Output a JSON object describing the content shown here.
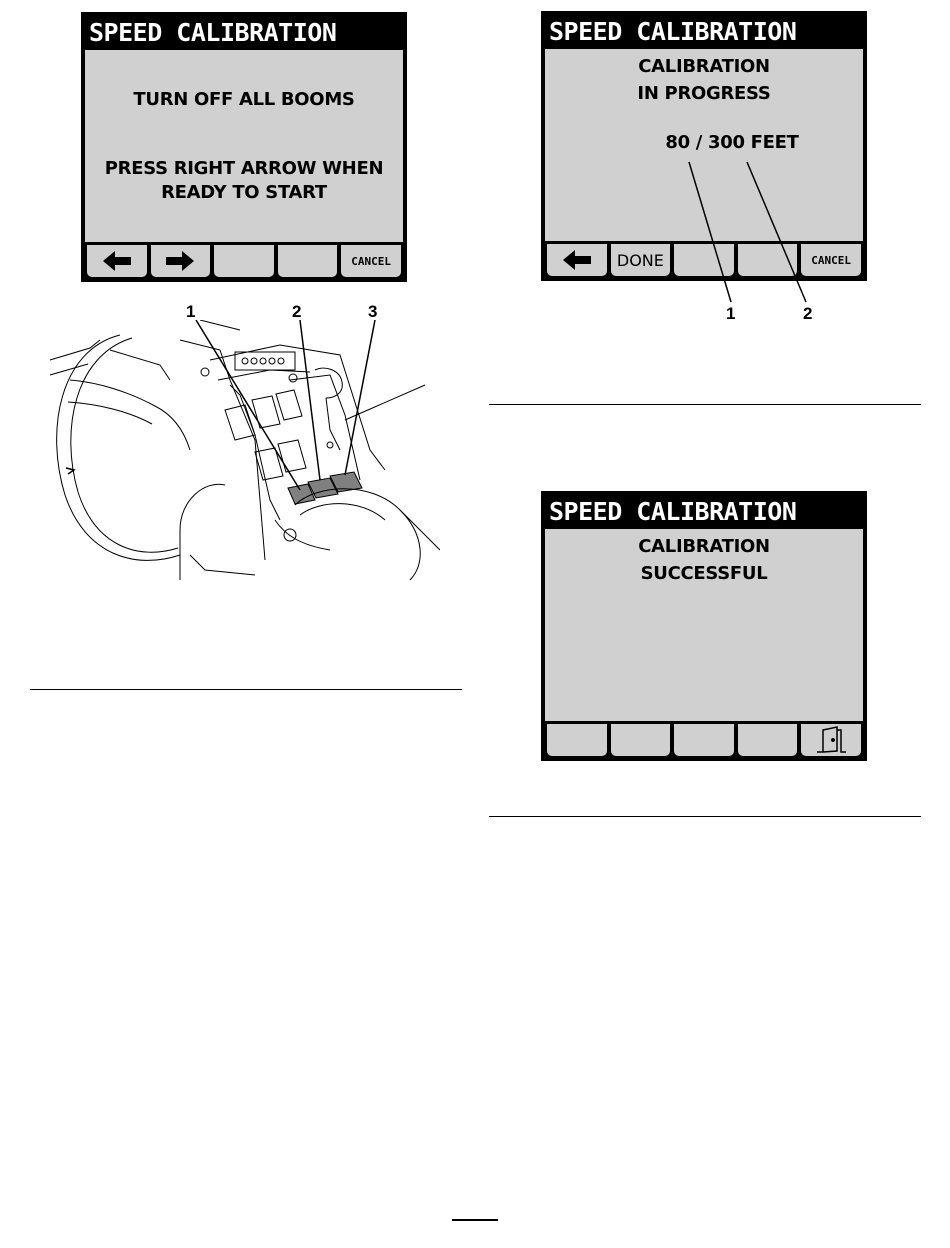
{
  "screens": {
    "start": {
      "title": "SPEED CALIBRATION",
      "line1": "TURN OFF ALL BOOMS",
      "line2": "PRESS RIGHT ARROW WHEN",
      "line3": "READY TO START",
      "keys": {
        "k1_icon": "left-arrow-icon",
        "k2_icon": "right-arrow-icon",
        "k5": "CANCEL"
      }
    },
    "progress": {
      "title": "SPEED CALIBRATION",
      "line1": "CALIBRATION",
      "line2": "IN PROGRESS",
      "distance": "80 / 300 FEET",
      "keys": {
        "k1_icon": "left-arrow-icon",
        "k2": "DONE",
        "k5": "CANCEL"
      }
    },
    "success": {
      "title": "SPEED CALIBRATION",
      "line1": "CALIBRATION",
      "line2": "SUCCESSFUL",
      "keys": {
        "k5_icon": "exit-door-icon"
      }
    }
  },
  "callouts": {
    "console": [
      "1",
      "2",
      "3"
    ],
    "progress": [
      "1",
      "2"
    ]
  }
}
